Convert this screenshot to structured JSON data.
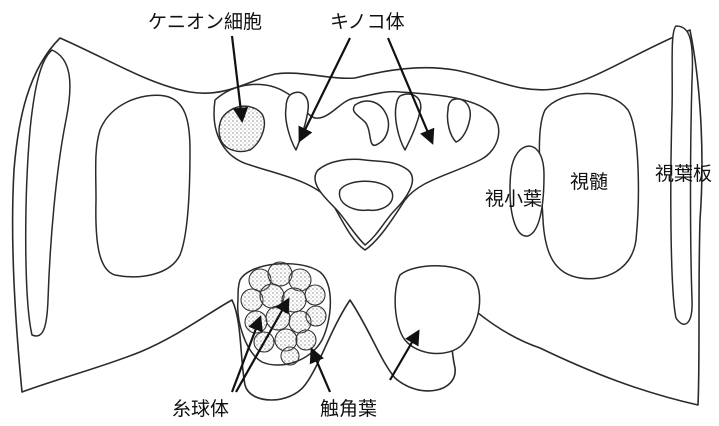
{
  "labels": {
    "kenyon_cell": "ケニオン細胞",
    "mushroom_body": "キノコ体",
    "lobula": "視小葉",
    "medulla": "視髄",
    "lamina": "視葉板",
    "glomeruli": "糸球体",
    "antennal_lobe": "触角葉"
  }
}
